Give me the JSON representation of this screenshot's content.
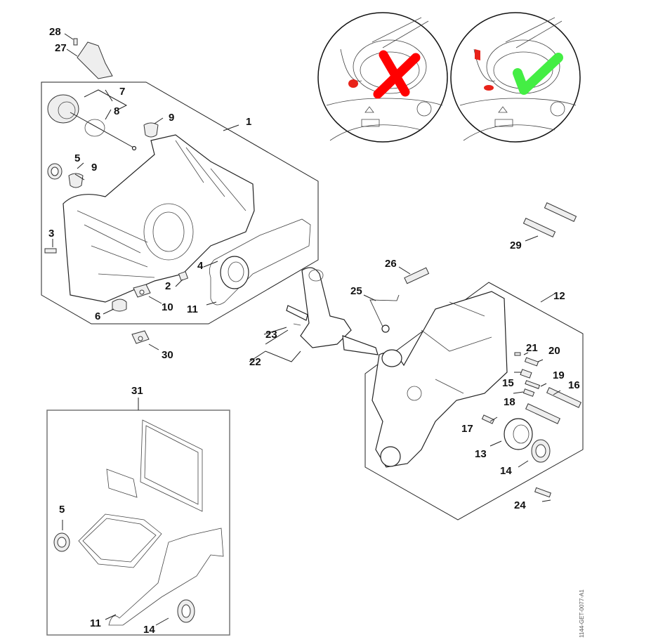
{
  "document_ref": "1144-GET-0077-A1",
  "colors": {
    "wrong_mark": "#ff0000",
    "correct_mark": "#44ee44",
    "highlight_part": "#e8231a",
    "line": "#222222"
  },
  "detail_views": [
    {
      "id": "incorrect",
      "indicator": "x-mark-icon"
    },
    {
      "id": "correct",
      "indicator": "check-mark-icon"
    }
  ],
  "callouts": {
    "c1": "1",
    "c2": "2",
    "c3": "3",
    "c4": "4",
    "c5": "5",
    "c5b": "5",
    "c6": "6",
    "c7": "7",
    "c8": "8",
    "c9a": "9",
    "c9b": "9",
    "c10": "10",
    "c11a": "11",
    "c11b": "11",
    "c12": "12",
    "c13": "13",
    "c14a": "14",
    "c14b": "14",
    "c15": "15",
    "c16": "16",
    "c17": "17",
    "c18": "18",
    "c19": "19",
    "c20": "20",
    "c21": "21",
    "c22": "22",
    "c23": "23",
    "c24": "24",
    "c25": "25",
    "c26": "26",
    "c27": "27",
    "c28": "28",
    "c29": "29",
    "c30": "30",
    "c31": "31"
  }
}
